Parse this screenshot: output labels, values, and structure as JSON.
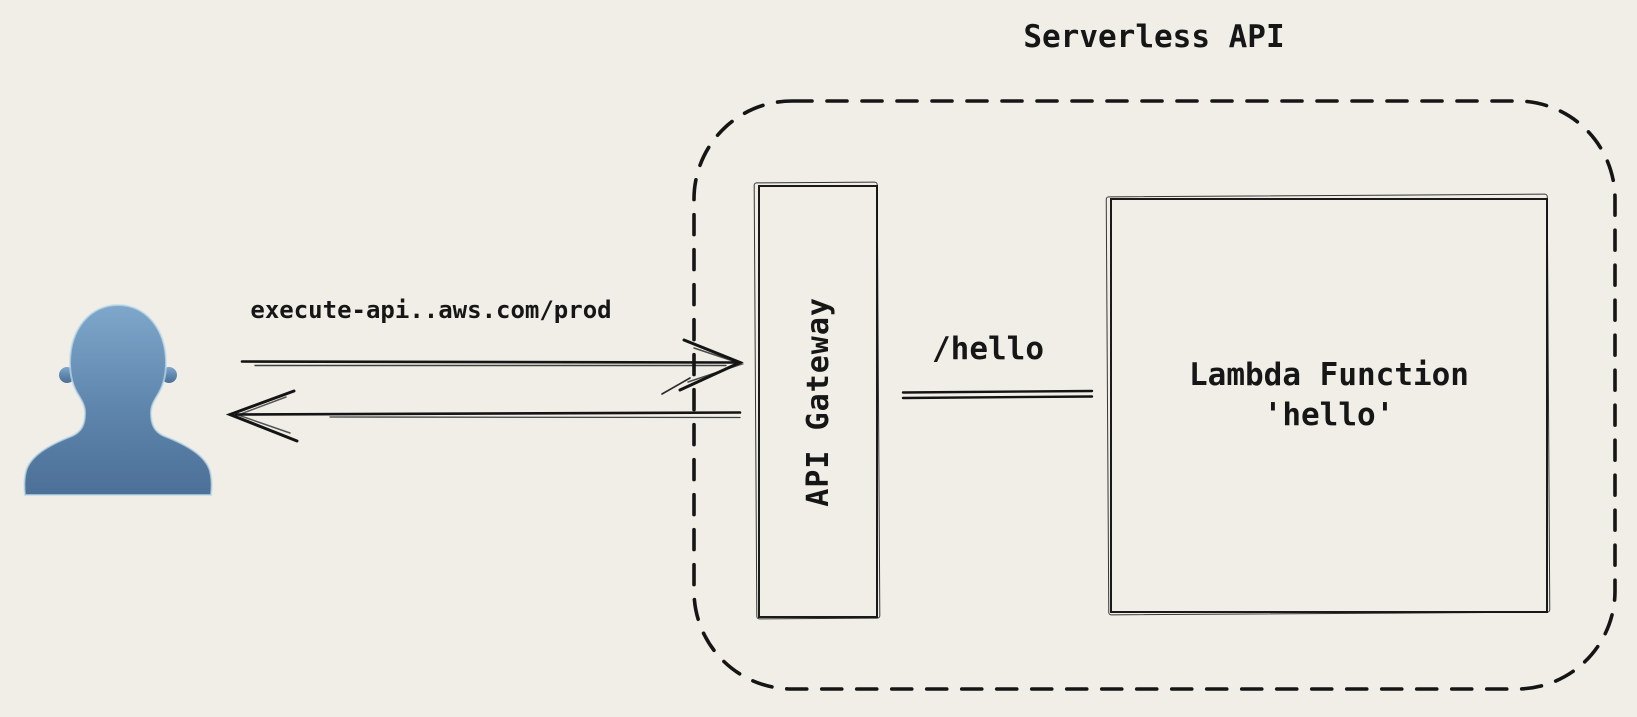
{
  "diagram": {
    "title": "Serverless API",
    "request_label": "execute-api..aws.com/prod",
    "route_label": "/hello",
    "api_gateway_label": "API Gateway",
    "lambda_label_line1": "Lambda Function",
    "lambda_label_line2": "'hello'",
    "nodes": [
      "user",
      "API Gateway",
      "Lambda Function 'hello'"
    ],
    "edges": [
      {
        "from": "user",
        "to": "API Gateway",
        "label": "execute-api..aws.com/prod",
        "direction": "request"
      },
      {
        "from": "API Gateway",
        "to": "user",
        "label": "",
        "direction": "response"
      },
      {
        "from": "API Gateway",
        "to": "Lambda Function 'hello'",
        "label": "/hello",
        "direction": "bidirectional"
      }
    ],
    "boundary_label": "Serverless API",
    "colors": {
      "background": "#F1EEE7",
      "line": "#1A1A1A",
      "icon_top": "#7EA7CB",
      "icon_mid": "#5E85AC",
      "icon_bottom": "#4C7098",
      "icon_rim": "#BFDCE8"
    }
  }
}
